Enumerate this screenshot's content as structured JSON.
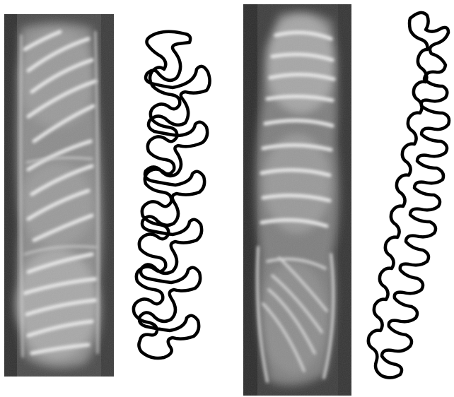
{
  "figure": {
    "panels": [
      {
        "kind": "micrograph",
        "tone": "grayscale"
      },
      {
        "kind": "outline-tracing",
        "stroke_color": "#000000"
      },
      {
        "kind": "micrograph",
        "tone": "grayscale"
      },
      {
        "kind": "outline-tracing",
        "stroke_color": "#000000"
      }
    ],
    "colors": {
      "background": "#ffffff",
      "micrograph_dark": "#2a2a2a",
      "micrograph_light": "#e6e6e6",
      "outline": "#000000"
    }
  }
}
